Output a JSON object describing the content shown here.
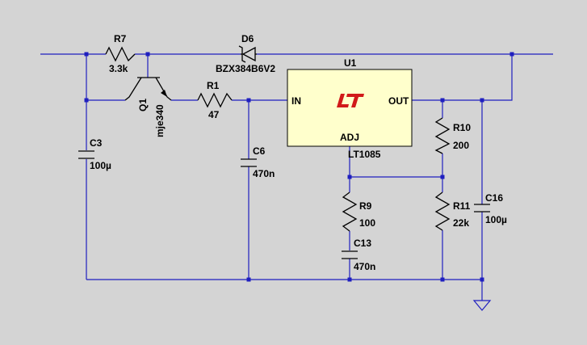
{
  "colors": {
    "background": "#d4d4d4",
    "wire": "#1f1fbf",
    "ic_fill": "#ffffcc",
    "logo": "#d11a1a",
    "component": "#000000"
  },
  "components": {
    "r7": {
      "name": "R7",
      "value": "3.3k"
    },
    "d6": {
      "name": "D6",
      "value": "BZX384B6V2"
    },
    "q1": {
      "name": "Q1",
      "value": "mje340"
    },
    "r1": {
      "name": "R1",
      "value": "47"
    },
    "c3": {
      "name": "C3",
      "value": "100µ"
    },
    "c6": {
      "name": "C6",
      "value": "470n"
    },
    "u1": {
      "name": "U1",
      "part": "LT1085",
      "pin_in": "IN",
      "pin_out": "OUT",
      "pin_adj": "ADJ"
    },
    "r10": {
      "name": "R10",
      "value": "200"
    },
    "r9": {
      "name": "R9",
      "value": "100"
    },
    "c13": {
      "name": "C13",
      "value": "470n"
    },
    "r11": {
      "name": "R11",
      "value": "22k"
    },
    "c16": {
      "name": "C16",
      "value": "100µ"
    }
  },
  "icons": [
    "lt-logo-icon",
    "ground-icon"
  ]
}
